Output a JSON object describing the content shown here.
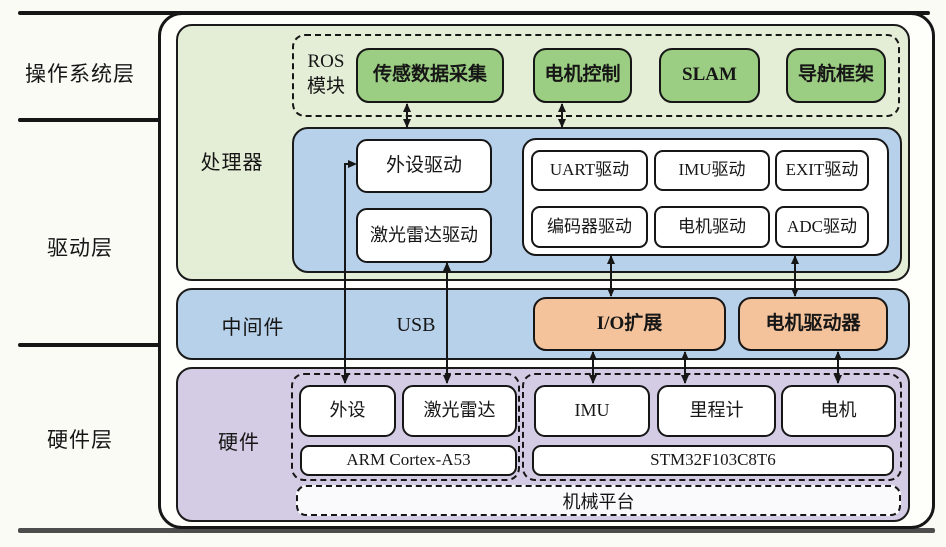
{
  "colors": {
    "section_green": "#e4eed6",
    "node_green": "#9bcd82",
    "section_blue": "#b8d1ea",
    "orange": "#f4c39c",
    "section_purple": "#d3cce4",
    "box_white": "#ffffff",
    "border_dark": "#161616",
    "baseline_gray": "#4d4d4d"
  },
  "side_labels": {
    "os_layer": "操作系统层",
    "driver_layer": "驱动层",
    "hardware_layer": "硬件层"
  },
  "processor_section": {
    "label": "处理器",
    "ros_module": {
      "label_line1": "ROS",
      "label_line2": "模块",
      "nodes": [
        "传感数据采集",
        "电机控制",
        "SLAM",
        "导航框架"
      ]
    },
    "drivers": {
      "peripheral": "外设驱动",
      "lidar": "激光雷达驱动",
      "mcu_row1": [
        "UART驱动",
        "IMU驱动",
        "EXIT驱动"
      ],
      "mcu_row2": [
        "编码器驱动",
        "电机驱动",
        "ADC驱动"
      ]
    }
  },
  "middleware_section": {
    "label": "中间件",
    "usb": "USB",
    "io_expansion": "I/O扩展",
    "motor_driver": "电机驱动器"
  },
  "hardware_section": {
    "label": "硬件",
    "arm_group": {
      "peripheral": "外设",
      "lidar": "激光雷达",
      "chip": "ARM Cortex-A53"
    },
    "mcu_group": {
      "imu": "IMU",
      "odometer": "里程计",
      "motor": "电机",
      "chip": "STM32F103C8T6"
    },
    "platform": "机械平台"
  }
}
